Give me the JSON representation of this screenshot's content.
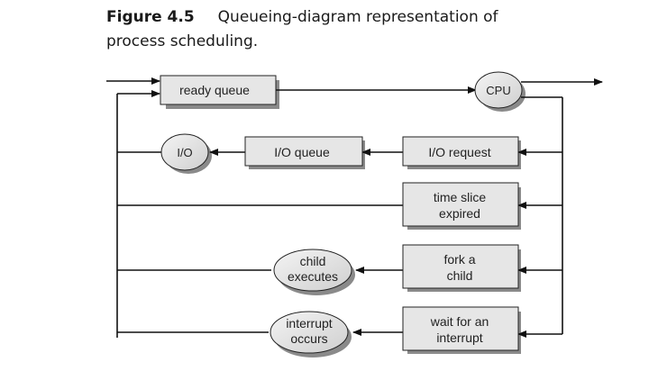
{
  "caption": {
    "number": "Figure 4.5",
    "text_line1": "Queueing-diagram representation of",
    "text_line2": "process scheduling."
  },
  "nodes": {
    "ready_queue": "ready queue",
    "cpu": "CPU",
    "io_device": "I/O",
    "io_queue": "I/O queue",
    "io_request": "I/O request",
    "time_slice": [
      "time slice",
      "expired"
    ],
    "fork_child": [
      "fork a",
      "child"
    ],
    "wait_interrupt": [
      "wait for an",
      "interrupt"
    ],
    "child_executes": [
      "child",
      "executes"
    ],
    "interrupt_occurs": [
      "interrupt",
      "occurs"
    ]
  }
}
